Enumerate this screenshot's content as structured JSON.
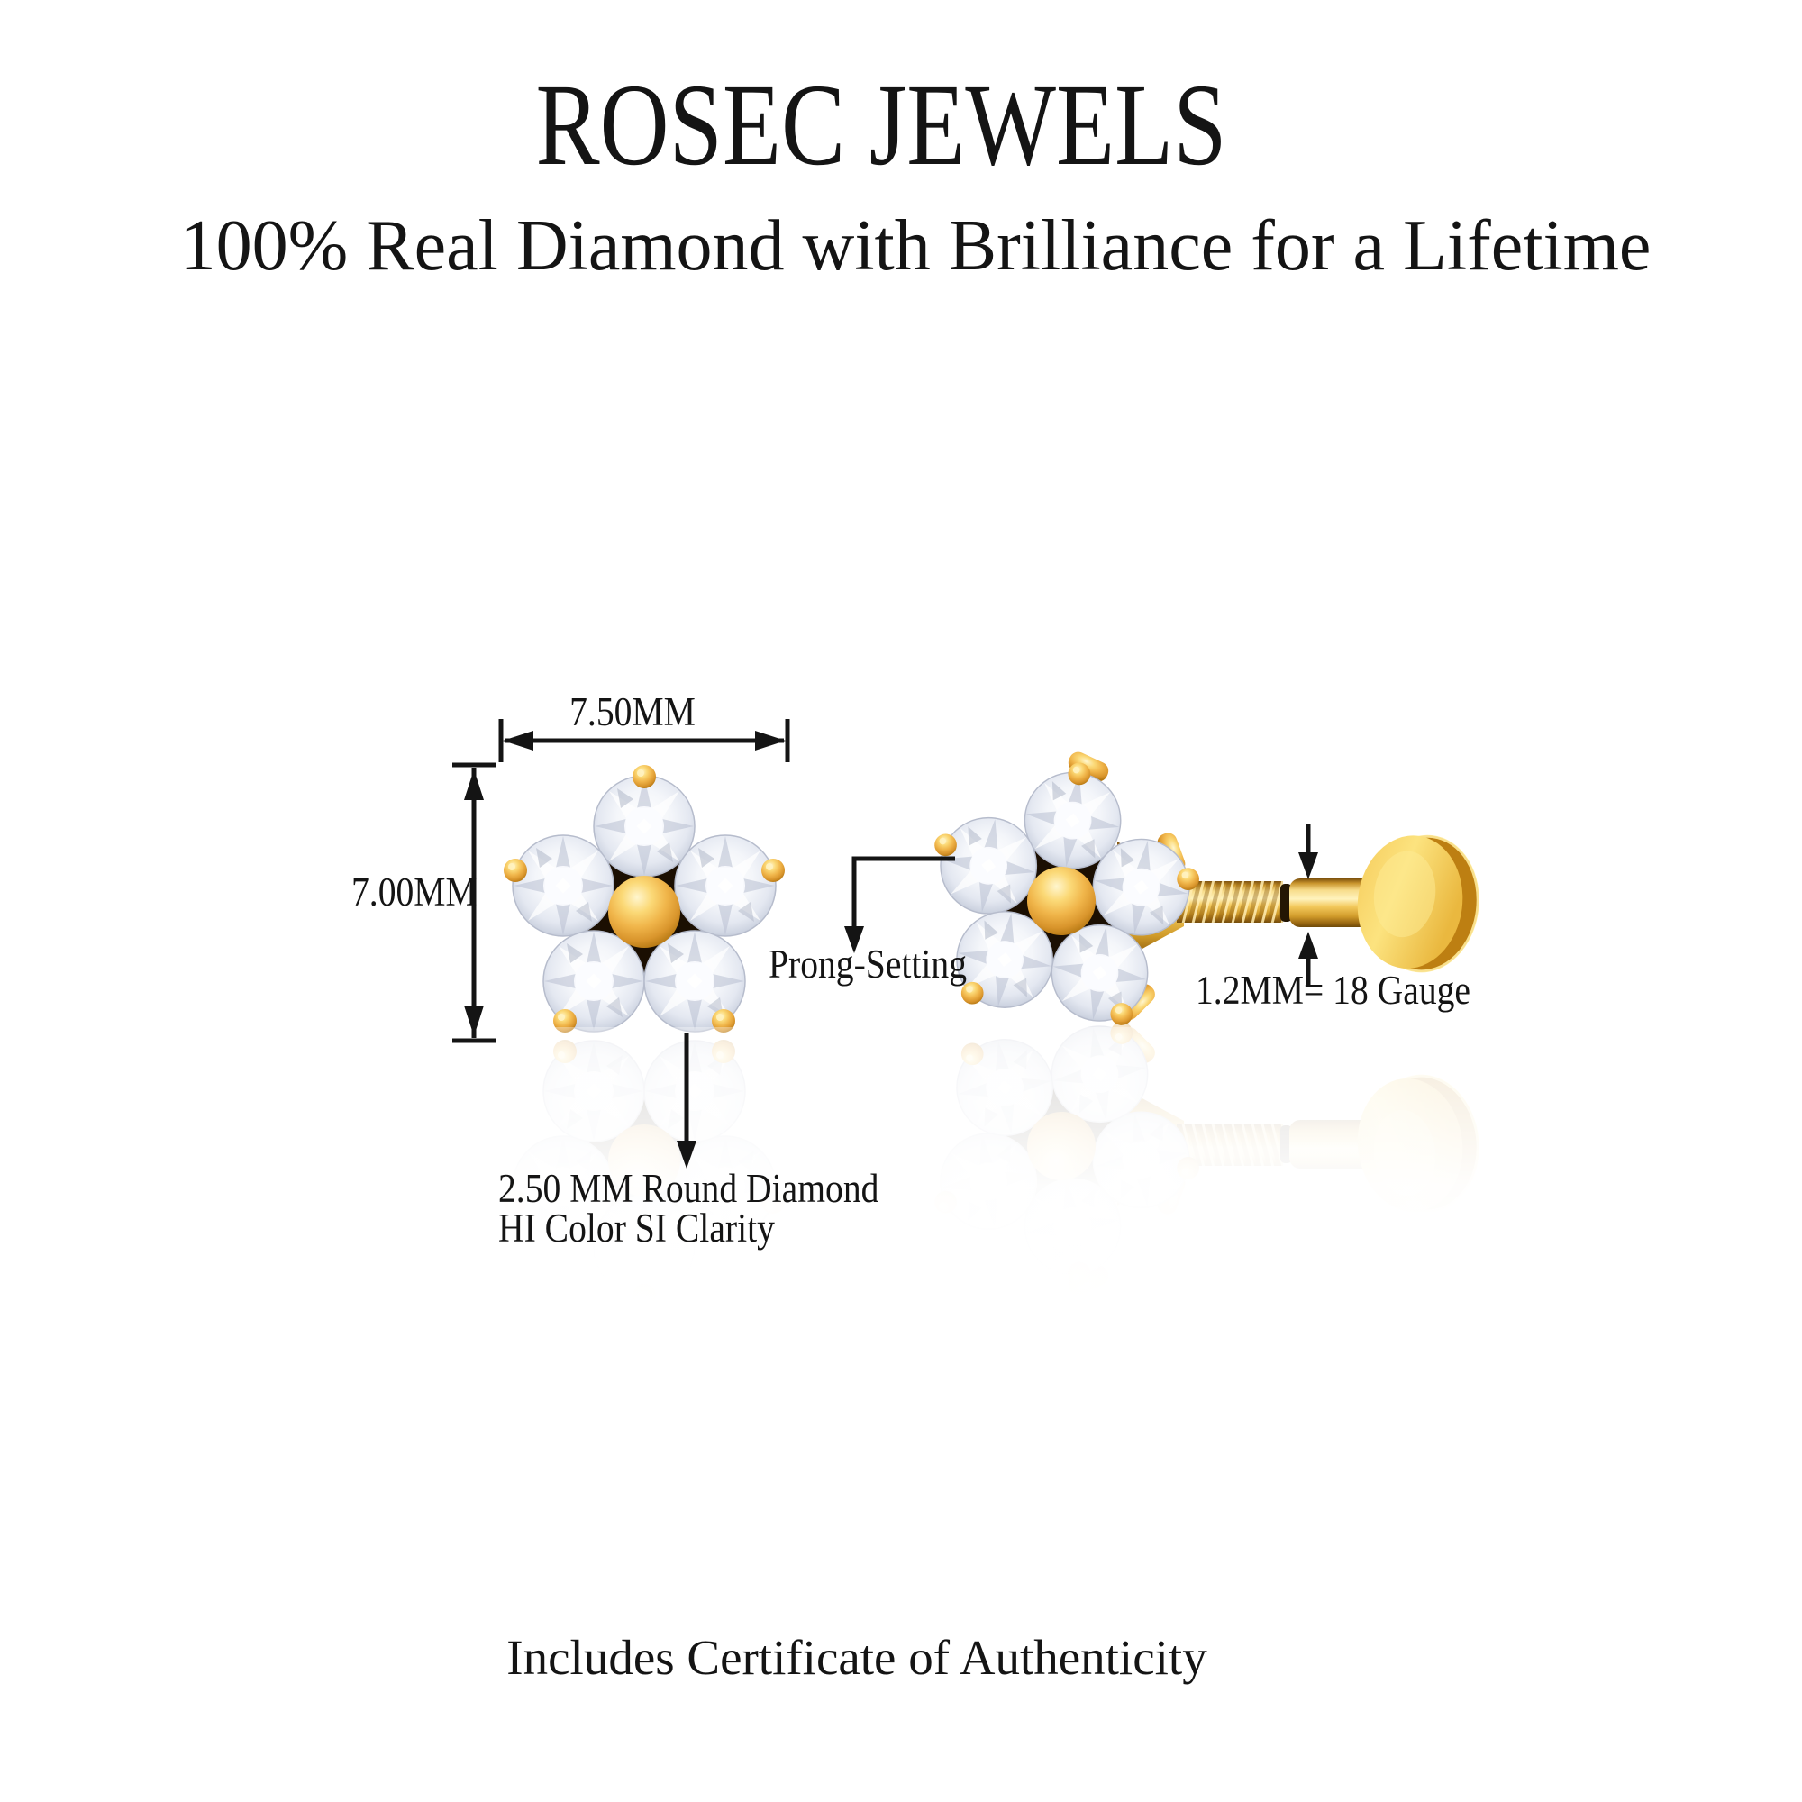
{
  "brand": {
    "title": "ROSEC JEWELS",
    "subtitle": "100% Real Diamond with Brilliance for a Lifetime"
  },
  "dimensions": {
    "width_label": "7.50MM",
    "height_label": "7.00MM",
    "gauge_label": "1.2MM= 18 Gauge"
  },
  "callouts": {
    "prong_setting": "Prong-Setting",
    "diamond_spec": [
      "2.50 MM Round Diamond",
      "HI Color SI Clarity"
    ]
  },
  "footer": {
    "certificate_note": "Includes Certificate of Authenticity"
  },
  "colors": {
    "text": "#141414",
    "background": "#FFFFFF",
    "gold": "#F0B54A",
    "gold_highlight": "#FFF3BD",
    "gold_shadow": "#B0740F",
    "diamond_base": "#F2F4FA",
    "diamond_facet": "#B9C0D2"
  }
}
